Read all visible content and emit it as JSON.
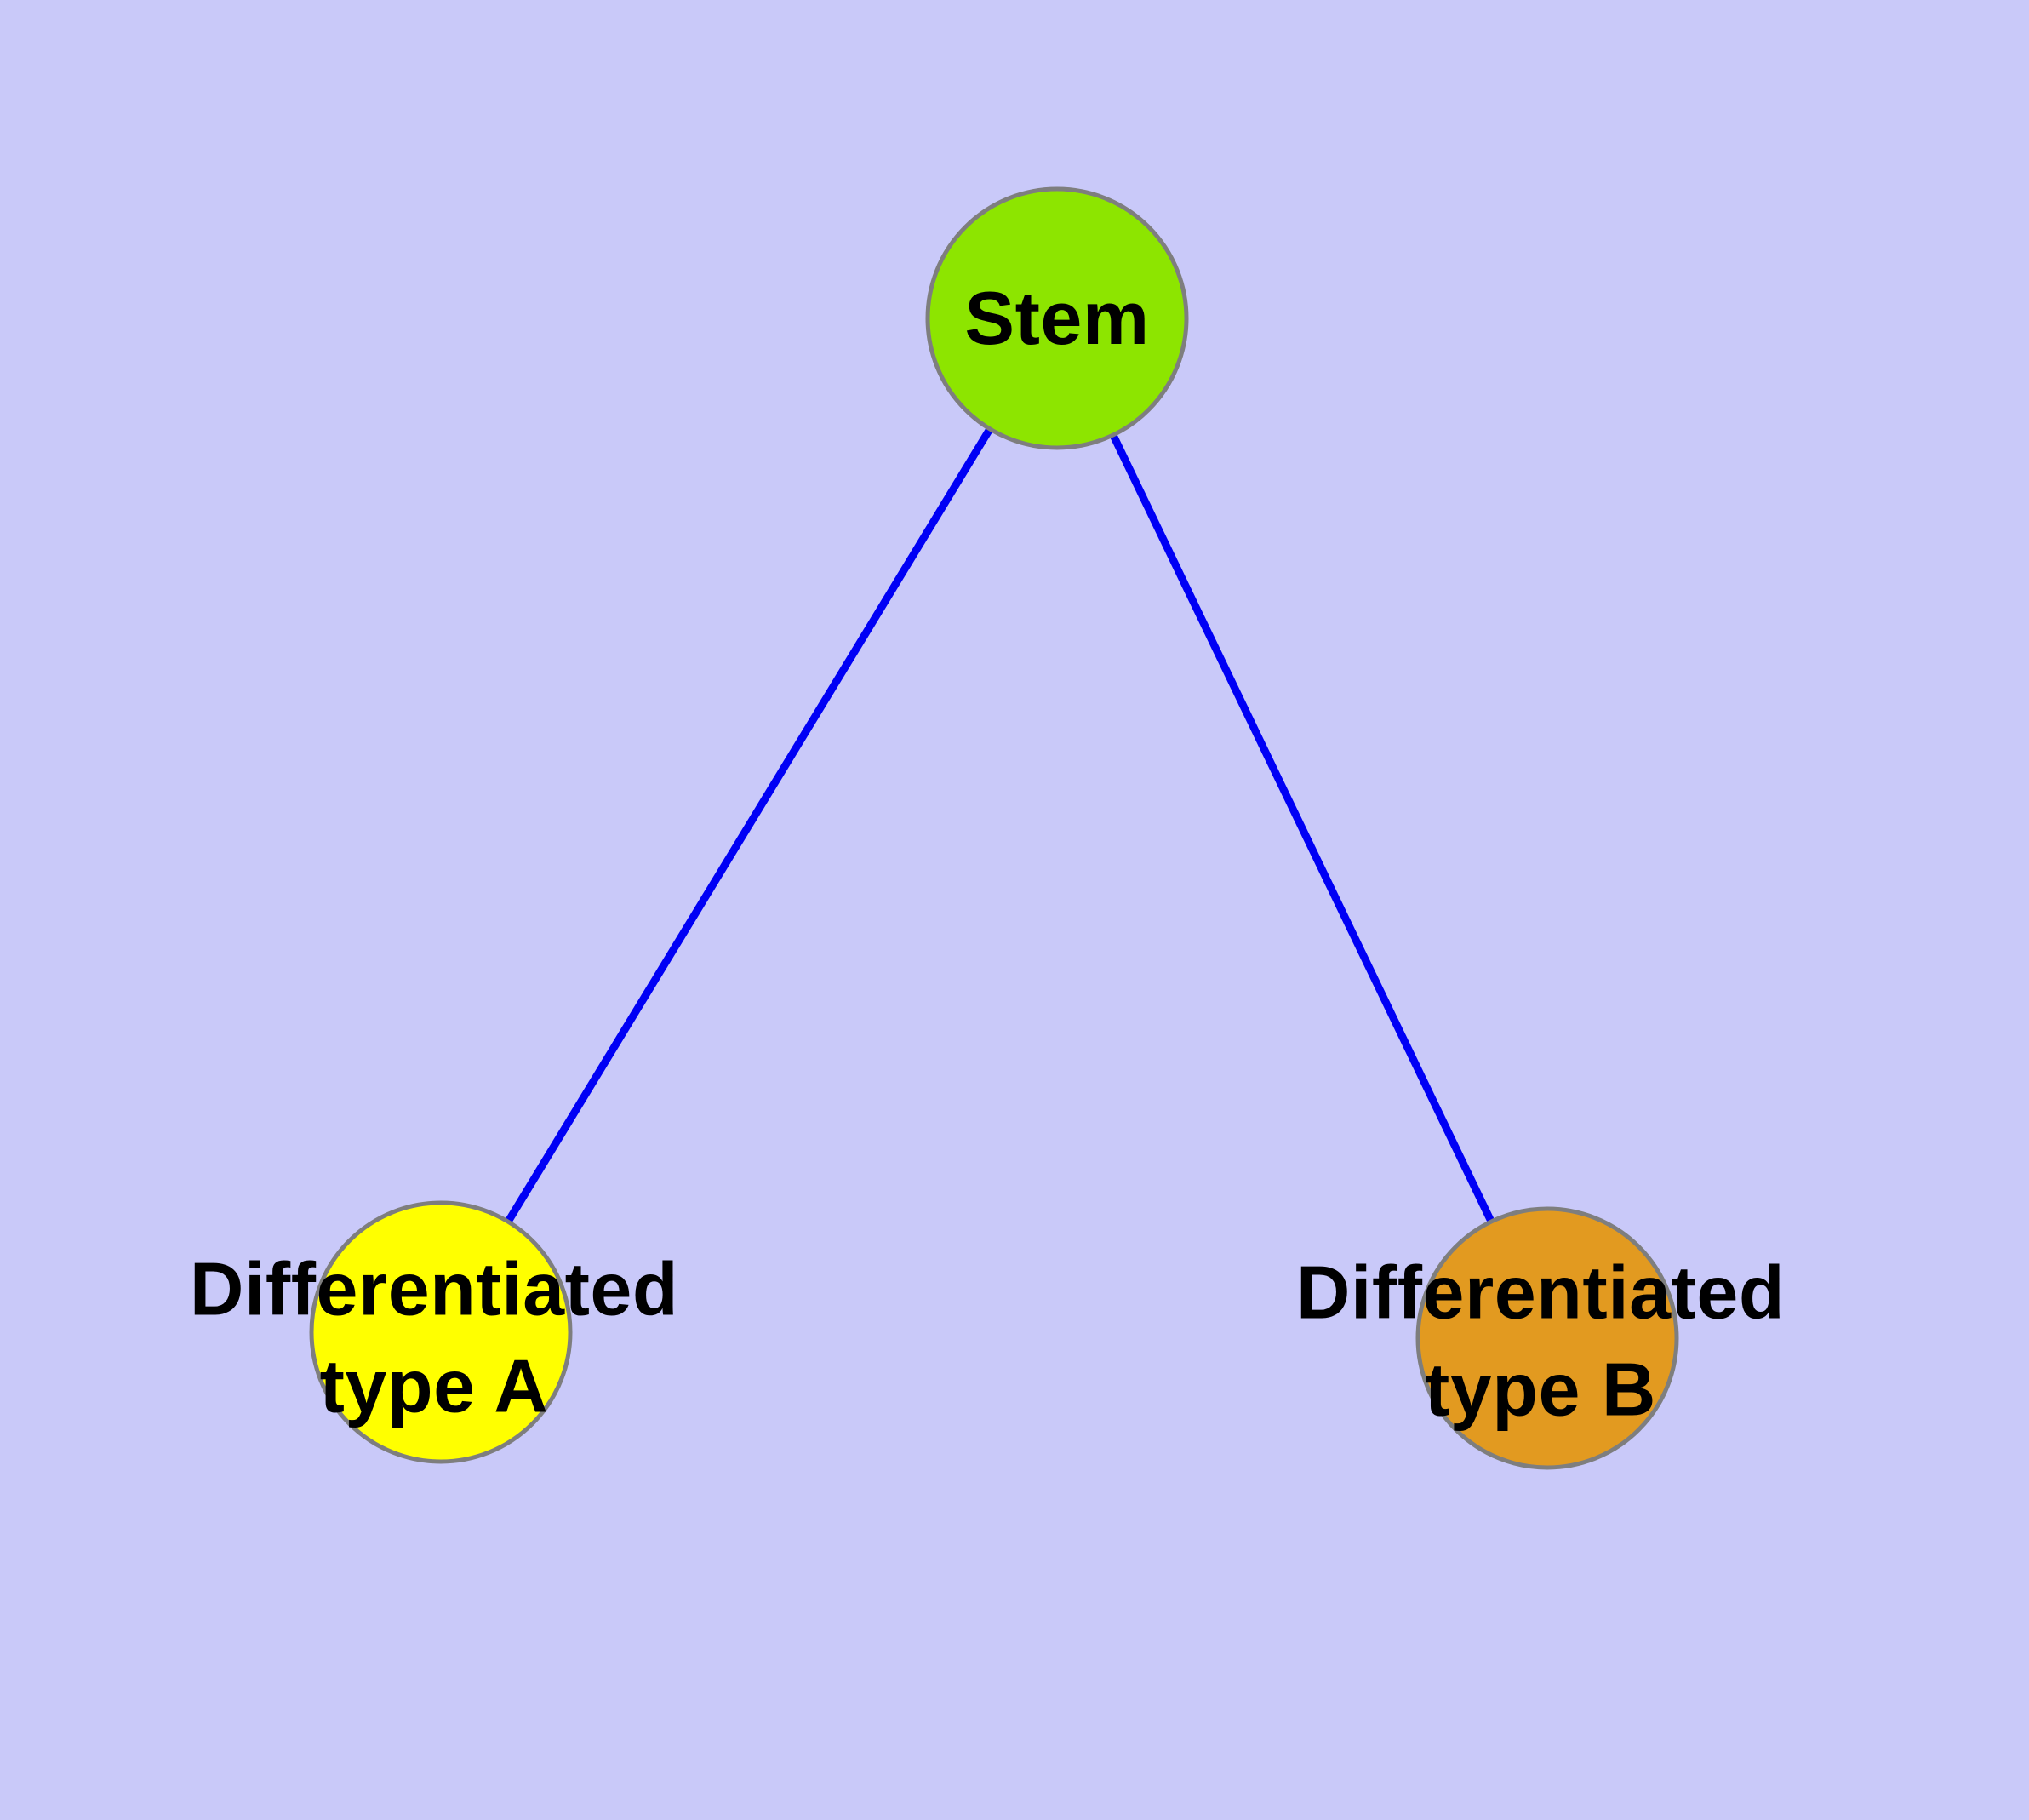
{
  "diagram": {
    "type": "node-link-graph",
    "background_color": "#C9C9F9",
    "node_border_color": "#7E7E7E",
    "label_text_color": "#000000",
    "edge_color": "#0000F5",
    "nodes": [
      {
        "id": "stem",
        "label": "Stem",
        "shape": "circle",
        "color": "#8DE500"
      },
      {
        "id": "differentiated-type-a",
        "label": "Differentiated\ntype A",
        "shape": "circle",
        "color": "#FFFF00"
      },
      {
        "id": "differentiated-type-b",
        "label": "Differentiated\ntype B",
        "shape": "circle",
        "color": "#E29A20"
      }
    ],
    "edges": [
      {
        "from": "stem",
        "to": "differentiated-type-a",
        "color": "#0000F5"
      },
      {
        "from": "stem",
        "to": "differentiated-type-b",
        "color": "#0000F5"
      }
    ]
  }
}
